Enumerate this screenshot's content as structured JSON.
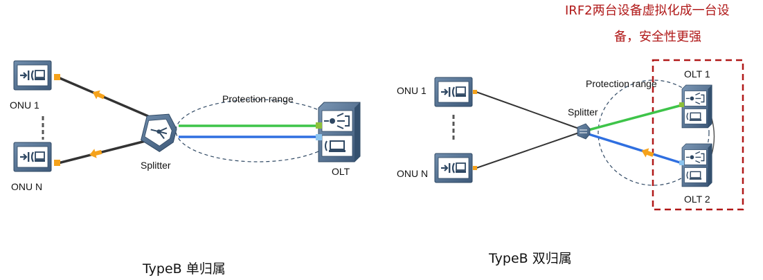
{
  "colors": {
    "device": "#4b6888",
    "device_dark": "#2f4863",
    "fiber_dark": "#333333",
    "fiber_green": "#3ec449",
    "fiber_blue": "#2f6fe0",
    "arrow": "#f5a21b",
    "port_orange": "#f5a21b",
    "port_green": "#8ec03a",
    "port_blue": "#8cc4ee",
    "note_red": "#b01818"
  },
  "left_diagram": {
    "onu_top_label": "ONU 1",
    "onu_bottom_label": "ONU N",
    "splitter_label": "Splitter",
    "protection_label": "Protection range",
    "olt_label": "OLT",
    "caption": "TypeB 单归属"
  },
  "right_diagram": {
    "onu_top_label": "ONU 1",
    "onu_bottom_label": "ONU N",
    "splitter_label": "Splitter",
    "protection_label": "Protection range",
    "olt_top_label": "OLT 1",
    "olt_bottom_label": "OLT 2",
    "caption": "TypeB 双归属",
    "note_line1": "IRF2两台设备虚拟化成一台设",
    "note_line2": "备，安全性更强"
  },
  "icons": [
    "onu-icon",
    "splitter-icon",
    "olt-icon",
    "arrow-icon"
  ]
}
